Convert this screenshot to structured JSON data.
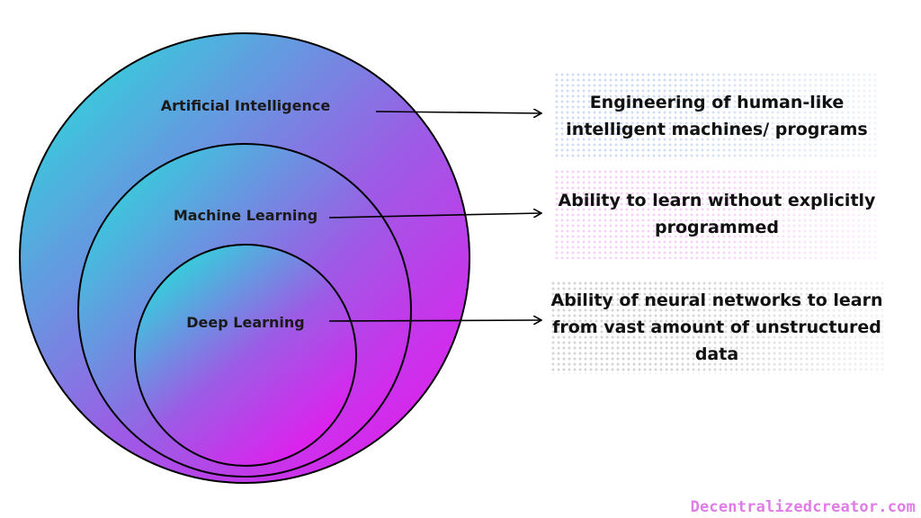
{
  "colors": {
    "gradient_start": "#1de9d9",
    "gradient_mid": "#9b5de5",
    "gradient_end": "#f10ff0",
    "stroke": "#000000",
    "watermark": "#e07ce6"
  },
  "circles": [
    {
      "id": "ai",
      "label": "Artificial Intelligence"
    },
    {
      "id": "ml",
      "label": "Machine Learning"
    },
    {
      "id": "dl",
      "label": "Deep Learning"
    }
  ],
  "descriptions": [
    {
      "id": "ai",
      "text": "Engineering of human-like\nintelligent machines/ programs",
      "pattern": "blue-dots"
    },
    {
      "id": "ml",
      "text": "Ability to learn without explicitly\nprogrammed",
      "pattern": "pink-dots"
    },
    {
      "id": "dl",
      "text": "Ability of neural networks to learn\nfrom vast amount of unstructured\ndata",
      "pattern": "gray-dots"
    }
  ],
  "watermark": "Decentralizedcreator.com"
}
